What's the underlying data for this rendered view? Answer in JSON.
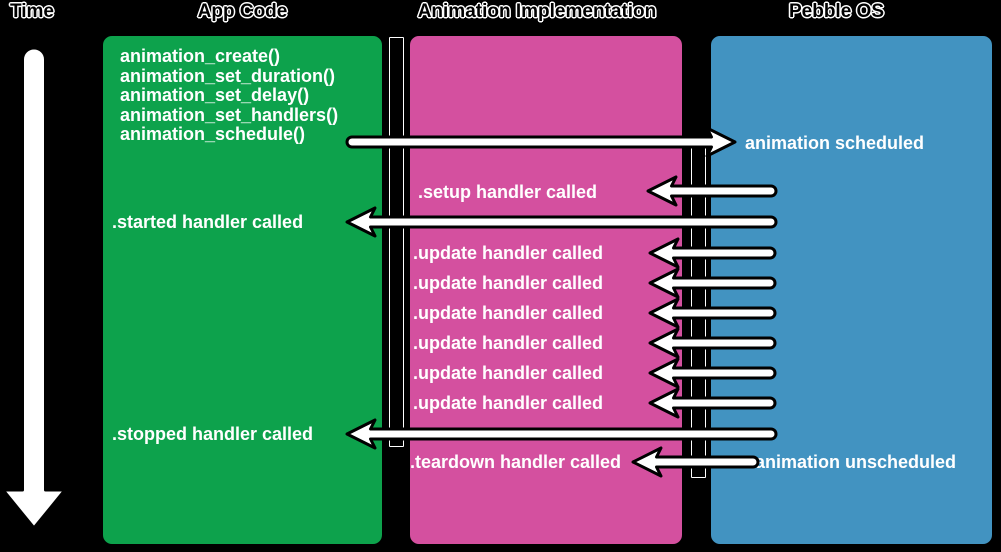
{
  "headers": {
    "time": "Time",
    "app_code": "App Code",
    "animation_implementation": "Animation Implementation",
    "pebble_os": "Pebble OS"
  },
  "app_code_box": {
    "function_calls": [
      "animation_create()",
      "animation_set_duration()",
      "animation_set_delay()",
      "animation_set_handlers()",
      "animation_schedule()"
    ],
    "started_label": ".started handler called",
    "stopped_label": ".stopped handler called"
  },
  "implementation_box": {
    "setup_label": ".setup handler called",
    "update_labels": [
      ".update handler called",
      ".update handler called",
      ".update handler called",
      ".update handler called",
      ".update handler called",
      ".update handler called"
    ],
    "teardown_label": ".teardown handler called"
  },
  "pebble_os_box": {
    "scheduled_label": "animation scheduled",
    "unscheduled_label": "animation unscheduled"
  },
  "arrows": [
    {
      "name": "time-arrow",
      "direction": "down"
    },
    {
      "name": "animation-scheduled-arrow",
      "direction": "right"
    },
    {
      "name": "setup-handler-arrow",
      "direction": "left"
    },
    {
      "name": "started-handler-arrow",
      "direction": "left"
    },
    {
      "name": "update-handler-arrow-1",
      "direction": "left"
    },
    {
      "name": "update-handler-arrow-2",
      "direction": "left"
    },
    {
      "name": "update-handler-arrow-3",
      "direction": "left"
    },
    {
      "name": "update-handler-arrow-4",
      "direction": "left"
    },
    {
      "name": "update-handler-arrow-5",
      "direction": "left"
    },
    {
      "name": "update-handler-arrow-6",
      "direction": "left"
    },
    {
      "name": "stopped-handler-arrow",
      "direction": "left"
    },
    {
      "name": "teardown-handler-arrow",
      "direction": "left"
    }
  ],
  "colors": {
    "background": "#000000",
    "app_code_green": "#0da24c",
    "implementation_pink": "#d4509f",
    "pebble_blue": "#4293c1",
    "label_text": "#ffffff",
    "arrow_fill": "#ffffff",
    "arrow_outline": "#000000"
  }
}
